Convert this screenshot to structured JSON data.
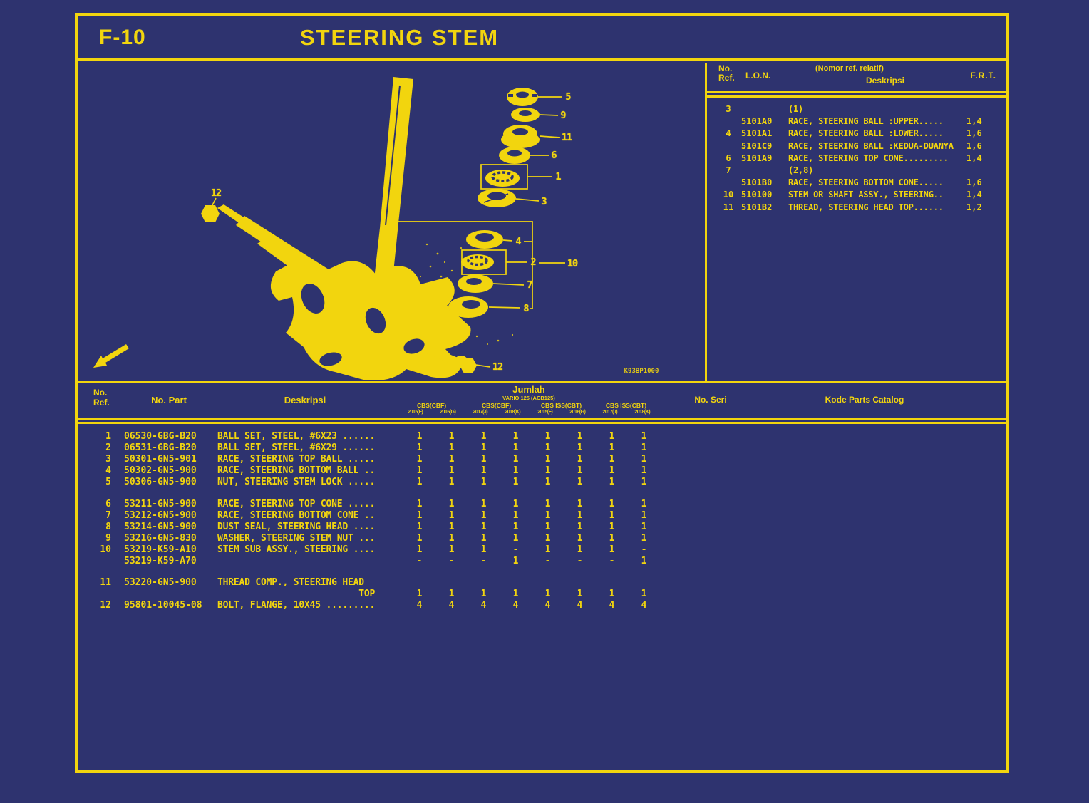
{
  "colors": {
    "background_navy": "#2e336f",
    "ink_yellow": "#f2d50e"
  },
  "page": {
    "code": "F-10",
    "title": "STEERING STEM"
  },
  "ref_panel": {
    "headers": {
      "no": "No.",
      "ref": "Ref.",
      "lon": "L.O.N.",
      "nomor": "(Nomor ref. relatif)",
      "deskripsi": "Deskripsi",
      "frt": "F.R.T."
    },
    "rows": [
      {
        "ref": "3",
        "lon": "",
        "desc": "(1)",
        "frt": ""
      },
      {
        "ref": "",
        "lon": "5101A0",
        "desc": "RACE, STEERING BALL :UPPER.....",
        "frt": "1,4"
      },
      {
        "ref": "4",
        "lon": "5101A1",
        "desc": "RACE, STEERING BALL :LOWER.....",
        "frt": "1,6"
      },
      {
        "ref": "",
        "lon": "5101C9",
        "desc": "RACE, STEERING BALL :KEDUA-DUANYA",
        "frt": "1,6"
      },
      {
        "ref": "6",
        "lon": "5101A9",
        "desc": "RACE, STEERING TOP CONE.........",
        "frt": "1,4"
      },
      {
        "ref": "7",
        "lon": "",
        "desc": "(2,8)",
        "frt": ""
      },
      {
        "ref": "",
        "lon": "5101B0",
        "desc": "RACE, STEERING BOTTOM CONE.....",
        "frt": "1,6"
      },
      {
        "ref": "10",
        "lon": "510100",
        "desc": "STEM OR SHAFT ASSY., STEERING..",
        "frt": "1,4"
      },
      {
        "ref": "11",
        "lon": "5101B2",
        "desc": "THREAD, STEERING HEAD TOP......",
        "frt": "1,2"
      }
    ]
  },
  "diagram": {
    "code": "K93BP1000",
    "callouts": [
      "5",
      "9",
      "11",
      "6",
      "1",
      "3",
      "4",
      "2",
      "10",
      "7",
      "8",
      "12",
      "12"
    ]
  },
  "parts_table": {
    "headers": {
      "no": "No.",
      "ref": "Ref.",
      "part": "No. Part",
      "deskripsi": "Deskripsi",
      "seri": "No. Seri",
      "kode": "Kode Parts Catalog"
    },
    "jumlah": {
      "title": "Jumlah",
      "model": "VARIO 125 (ACB125)",
      "groups": [
        "CBS(CBF)",
        "CBS(CBF)",
        "CBS ISS(CBT)",
        "CBS ISS(CBT)"
      ],
      "years": [
        "2015(F)",
        "2016(G)",
        "2017(J)",
        "2018(K)",
        "2015(F)",
        "2016(G)",
        "2017(J)",
        "2018(K)"
      ]
    },
    "rows": [
      {
        "ref": "1",
        "part": "06530-GBG-B20",
        "desc": "BALL SET, STEEL, #6X23 ......",
        "qty": [
          "1",
          "1",
          "1",
          "1",
          "1",
          "1",
          "1",
          "1"
        ]
      },
      {
        "ref": "2",
        "part": "06531-GBG-B20",
        "desc": "BALL SET, STEEL, #6X29 ......",
        "qty": [
          "1",
          "1",
          "1",
          "1",
          "1",
          "1",
          "1",
          "1"
        ]
      },
      {
        "ref": "3",
        "part": "50301-GN5-901",
        "desc": "RACE, STEERING TOP BALL .....",
        "qty": [
          "1",
          "1",
          "1",
          "1",
          "1",
          "1",
          "1",
          "1"
        ]
      },
      {
        "ref": "4",
        "part": "50302-GN5-900",
        "desc": "RACE, STEERING BOTTOM BALL ..",
        "qty": [
          "1",
          "1",
          "1",
          "1",
          "1",
          "1",
          "1",
          "1"
        ]
      },
      {
        "ref": "5",
        "part": "50306-GN5-900",
        "desc": "NUT, STEERING STEM LOCK .....",
        "qty": [
          "1",
          "1",
          "1",
          "1",
          "1",
          "1",
          "1",
          "1"
        ]
      },
      {
        "ref": "6",
        "part": "53211-GN5-900",
        "desc": "RACE, STEERING TOP CONE .....",
        "qty": [
          "1",
          "1",
          "1",
          "1",
          "1",
          "1",
          "1",
          "1"
        ]
      },
      {
        "ref": "7",
        "part": "53212-GN5-900",
        "desc": "RACE, STEERING BOTTOM CONE ..",
        "qty": [
          "1",
          "1",
          "1",
          "1",
          "1",
          "1",
          "1",
          "1"
        ]
      },
      {
        "ref": "8",
        "part": "53214-GN5-900",
        "desc": "DUST SEAL, STEERING HEAD ....",
        "qty": [
          "1",
          "1",
          "1",
          "1",
          "1",
          "1",
          "1",
          "1"
        ]
      },
      {
        "ref": "9",
        "part": "53216-GN5-830",
        "desc": "WASHER, STEERING STEM NUT ...",
        "qty": [
          "1",
          "1",
          "1",
          "1",
          "1",
          "1",
          "1",
          "1"
        ]
      },
      {
        "ref": "10",
        "part": "53219-K59-A10",
        "desc": "STEM SUB ASSY., STEERING ....",
        "qty": [
          "1",
          "1",
          "1",
          "-",
          "1",
          "1",
          "1",
          "-"
        ]
      },
      {
        "ref": "",
        "part": "53219-K59-A70",
        "desc": "",
        "qty": [
          "-",
          "-",
          "-",
          "1",
          "-",
          "-",
          "-",
          "1"
        ]
      },
      {
        "ref": "11",
        "part": "53220-GN5-900",
        "desc": "THREAD COMP., STEERING HEAD",
        "qty": [
          "",
          "",
          "",
          "",
          "",
          "",
          "",
          ""
        ]
      },
      {
        "ref": "",
        "part": "",
        "desc": "                          TOP",
        "qty": [
          "1",
          "1",
          "1",
          "1",
          "1",
          "1",
          "1",
          "1"
        ]
      },
      {
        "ref": "12",
        "part": "95801-10045-08",
        "desc": "BOLT, FLANGE, 10X45 .........",
        "qty": [
          "4",
          "4",
          "4",
          "4",
          "4",
          "4",
          "4",
          "4"
        ]
      }
    ]
  }
}
